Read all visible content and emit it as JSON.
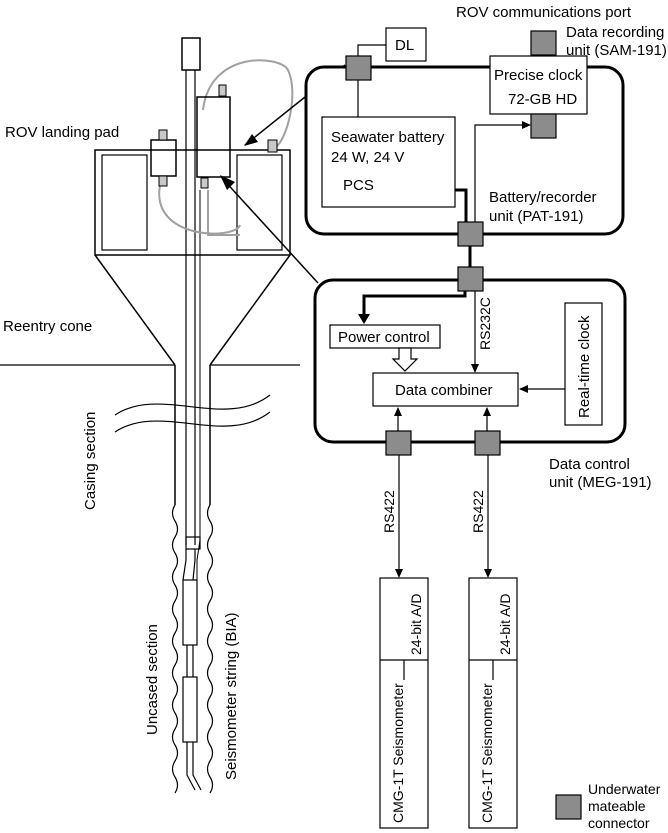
{
  "labels": {
    "rov_port": "ROV communications port",
    "data_recording_unit_1": "Data recording",
    "data_recording_unit_2": "unit (SAM-191)",
    "dl": "DL",
    "precise_clock": "Precise clock",
    "hd": "72-GB HD",
    "seawater_battery_1": "Seawater battery",
    "seawater_battery_2": "24 W, 24 V",
    "pcs": "PCS",
    "battery_recorder_1": "Battery/recorder",
    "battery_recorder_2": "unit (PAT-191)",
    "rov_landing_pad": "ROV landing pad",
    "reentry_cone": "Reentry cone",
    "power_control": "Power control",
    "rs232c": "RS232C",
    "real_time_clock": "Real-time clock",
    "data_combiner": "Data combiner",
    "data_control_1": "Data control",
    "data_control_2": "unit (MEG-191)",
    "casing_section": "Casing section",
    "rs422_left": "RS422",
    "rs422_right": "RS422",
    "ad_left": "24-bit A/D",
    "ad_right": "24-bit A/D",
    "seismometer_left": "CMG-1T Seismometer",
    "seismometer_right": "CMG-1T Seismometer",
    "uncased_section": "Uncased section",
    "seismometer_string": "Seismometer string (BIA)",
    "legend_1": "Underwater",
    "legend_2": "mateable",
    "legend_3": "connector"
  },
  "colors": {
    "connector_fill": "#8c8c8c",
    "cable_gray": "#a0a0a0",
    "line": "#000000"
  }
}
